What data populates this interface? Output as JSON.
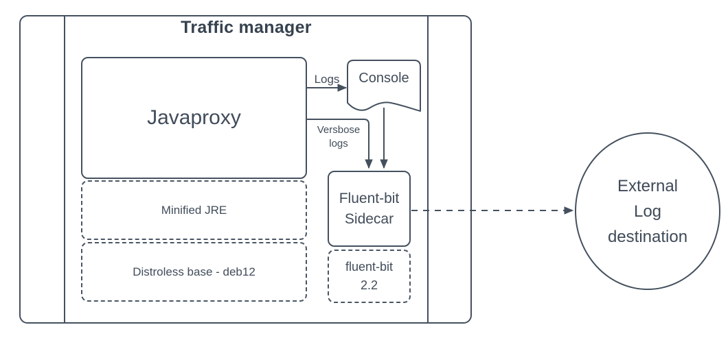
{
  "diagram": {
    "container": {
      "title": "Traffic manager"
    },
    "nodes": {
      "javaproxy": {
        "label": "Javaproxy"
      },
      "minified_jre": {
        "label": "Minified JRE"
      },
      "distroless_base": {
        "label": "Distroless base - deb12"
      },
      "console": {
        "label": "Console"
      },
      "fluent_bit_sidecar": {
        "lines": [
          "Fluent-bit",
          "Sidecar"
        ]
      },
      "fluent_bit_version": {
        "lines": [
          "fluent-bit",
          "2.2"
        ]
      },
      "external_log_destination": {
        "lines": [
          "External",
          "Log",
          "destination"
        ]
      }
    },
    "edges": {
      "logs": {
        "label": "Logs"
      },
      "verbose_logs": {
        "lines": [
          "Versbose",
          "logs"
        ]
      },
      "console_to_sidecar": {
        "label": ""
      },
      "sidecar_to_external": {
        "label": "",
        "style": "dashed"
      }
    },
    "colors": {
      "stroke": "#44505e",
      "text": "#414c5a",
      "title": "#37424f",
      "background": "#ffffff"
    }
  }
}
